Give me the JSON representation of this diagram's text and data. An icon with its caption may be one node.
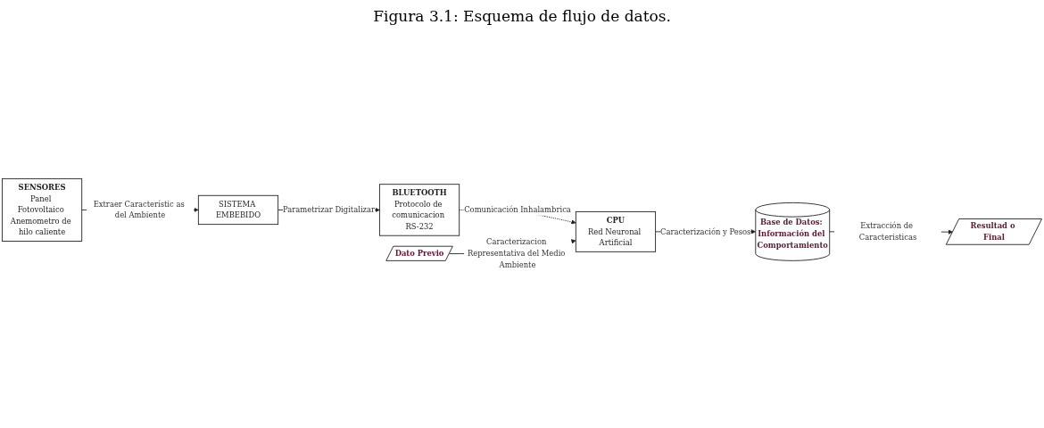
{
  "diagram": {
    "title": "Figura 3.1: Esquema de flujo de datos.",
    "nodes": [
      {
        "text": [
          "SENSORES",
          "Panel Fotovoltaico Anemometro de hilo caliente"
        ]
      },
      {
        "text": [
          "SISTEMA EMBEBIDO"
        ]
      },
      {
        "text": [
          "Dato Previo"
        ]
      },
      {
        "text": [
          "BLUETOOTH",
          "Protocolo de comunicacion RS-232"
        ]
      },
      {
        "text": [
          "CPU",
          "Red Neuronal Artificial"
        ]
      },
      {
        "text": [
          "Resultad o Final"
        ]
      },
      {
        "text": [
          "Base de Datos: Información del Comportamiento"
        ]
      }
    ],
    "edges": [
      {
        "from": 0,
        "to": 1,
        "arrow": "to",
        "label": "Extraer Característic as del Ambiente"
      },
      {
        "from": 1,
        "to": 3,
        "arrow": "to",
        "label": "Parametrizar Digitalizar"
      },
      {
        "from": 3,
        "to": 4,
        "arrow": "to",
        "label": "Comunicación Inhalambrica",
        "style": "dashed"
      },
      {
        "from": 2,
        "to": 4,
        "arrow": "to",
        "label": "Caracterizacion Representativa del Medio Ambiente"
      },
      {
        "from": 4,
        "to": 6,
        "arrow": "to",
        "label": "Caracterización y Pesos"
      },
      {
        "from": 6,
        "to": 5,
        "arrow": "to",
        "label": "Extracción de Caracteristicas"
      }
    ]
  }
}
